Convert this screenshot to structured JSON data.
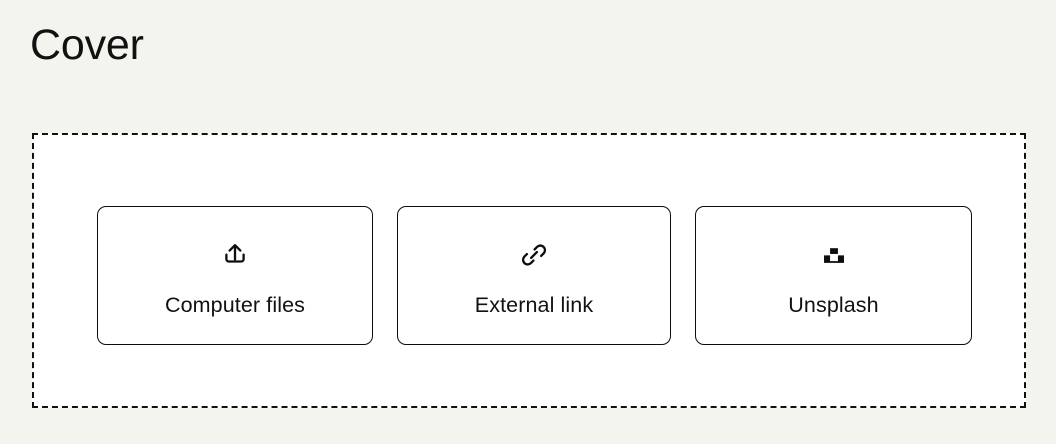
{
  "page": {
    "title": "Cover",
    "background_color": "#f4f4ef",
    "text_color": "#111111",
    "border_color": "#0d0d0d"
  },
  "dropzone": {
    "name": "cover-source-dropzone",
    "border_style": "dashed",
    "fill_color": "#ffffff"
  },
  "options": [
    {
      "id": "computer-files",
      "label": "Computer files",
      "icon": "upload-icon"
    },
    {
      "id": "external-link",
      "label": "External link",
      "icon": "link-icon"
    },
    {
      "id": "unsplash",
      "label": "Unsplash",
      "icon": "unsplash-icon"
    }
  ]
}
